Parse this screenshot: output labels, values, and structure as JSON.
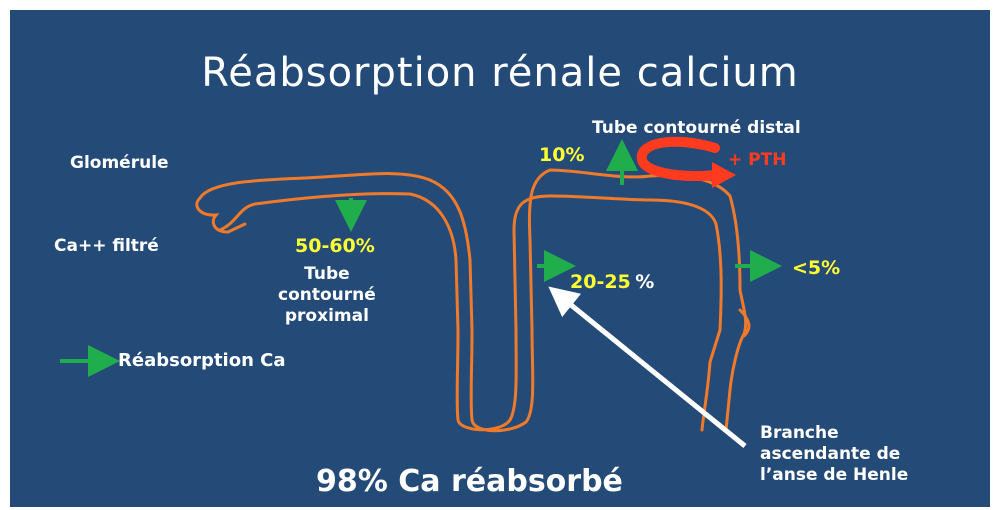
{
  "title": "Réabsorption rénale calcium",
  "labels": {
    "glomerule": "Glomérule",
    "ca_filtre": "Ca++ filtré",
    "tube_proximal": "Tube\ncontourné\nproximal",
    "tube_distal": "Tube contourné distal",
    "henle": "Branche\nascendante de\nl’anse de Henle",
    "pth": "+ PTH",
    "legend": "Réabsorption Ca"
  },
  "percentages": {
    "proximal": "50-60%",
    "distal": "10%",
    "henle_value": "20-25",
    "henle_unit": "%",
    "collecting": "<5%"
  },
  "footer": "98% Ca réabsorbé",
  "colors": {
    "background": "#244b78",
    "tubule": "#f07a2a",
    "arrow_reabsorption": "#1fae4b",
    "pth": "#ff3b1f",
    "percent_text": "#ffff33"
  }
}
